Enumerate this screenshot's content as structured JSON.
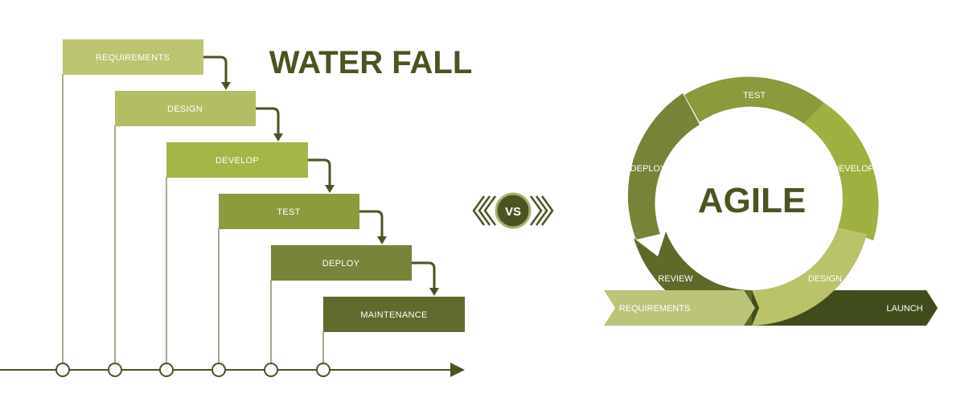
{
  "waterfall": {
    "title": "WATER FALL",
    "steps": [
      {
        "label": "REQUIREMENTS",
        "color": "#bcc470"
      },
      {
        "label": "DESIGN",
        "color": "#b3bd63"
      },
      {
        "label": "DEVELOP",
        "color": "#a5b446"
      },
      {
        "label": "TEST",
        "color": "#8e9a3e"
      },
      {
        "label": "DEPLOY",
        "color": "#77843a"
      },
      {
        "label": "MAINTENANCE",
        "color": "#5f6a2c"
      }
    ]
  },
  "versus": {
    "label": "VS"
  },
  "agile": {
    "title": "AGILE",
    "segments": [
      {
        "label": "TEST",
        "color": "#8a9a3c"
      },
      {
        "label": "DEVELOP",
        "color": "#a0b040"
      },
      {
        "label": "DESIGN",
        "color": "#bac26a"
      },
      {
        "label": "REVIEW",
        "color": "#5d6a2a"
      },
      {
        "label": "DEPLOY",
        "color": "#758437"
      }
    ],
    "start_arrow": {
      "label": "REQUIREMENTS",
      "color": "#bcc479"
    },
    "end_arrow": {
      "label": "LAUNCH",
      "color": "#414c1d"
    }
  },
  "colors": {
    "dark": "#4a5420",
    "line": "#4a5420"
  }
}
